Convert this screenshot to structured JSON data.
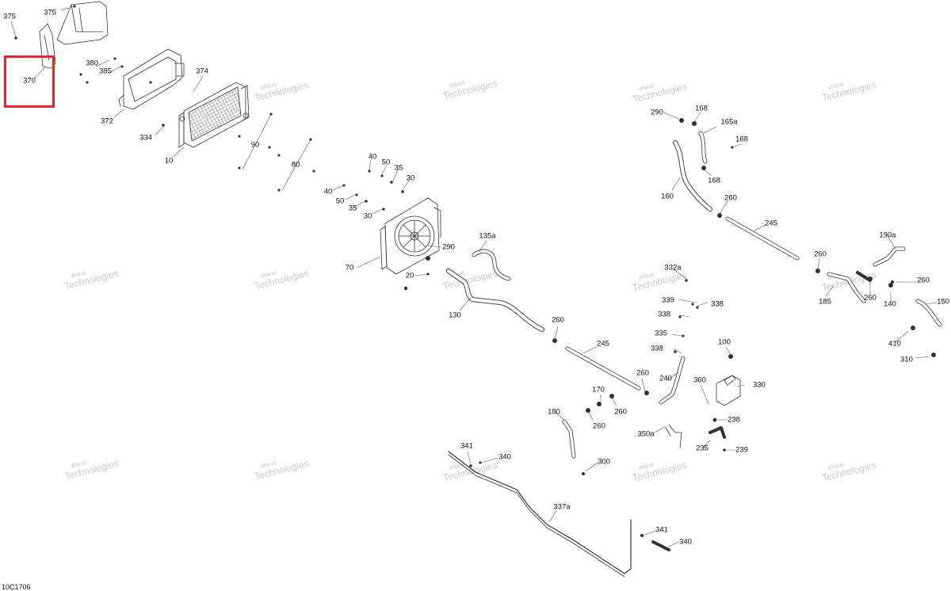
{
  "diagram_code": "10C1706",
  "highlight_color": "#e4252a",
  "watermark": {
    "line1": "vNext",
    "line2": "Technologies"
  },
  "labels": {
    "375a": "375",
    "375b": "375",
    "370": "370",
    "380": "380",
    "385": "385",
    "372": "372",
    "374": "374",
    "334": "334",
    "10": "10",
    "90": "90",
    "80": "80",
    "40a": "40",
    "50a": "50",
    "35a": "35",
    "30a": "30",
    "40b": "40",
    "50b": "50",
    "35b": "35",
    "30b": "30",
    "70": "70",
    "290a": "290",
    "20": "20",
    "135a": "135a",
    "130": "130",
    "260a": "260",
    "245a": "245",
    "290b": "290",
    "168a": "168",
    "165a": "165a",
    "168b": "168",
    "168c": "168",
    "160": "160",
    "260b": "260",
    "245b": "245",
    "332a": "332a",
    "339": "339",
    "338a": "338",
    "338b": "338",
    "335": "335",
    "338c": "338",
    "100": "100",
    "240": "240",
    "260c": "260",
    "360": "360",
    "330": "330",
    "170": "170",
    "260d": "260",
    "260e": "260",
    "180": "180",
    "350a": "350a",
    "238": "238",
    "235": "235",
    "239": "239",
    "300": "300",
    "341a": "341",
    "340a": "340",
    "337a": "337a",
    "341b": "341",
    "340b": "340",
    "260f": "260",
    "190a": "190a",
    "260g": "260",
    "185": "185",
    "260h": "260",
    "140": "140",
    "150": "150",
    "410": "410",
    "310": "310"
  }
}
